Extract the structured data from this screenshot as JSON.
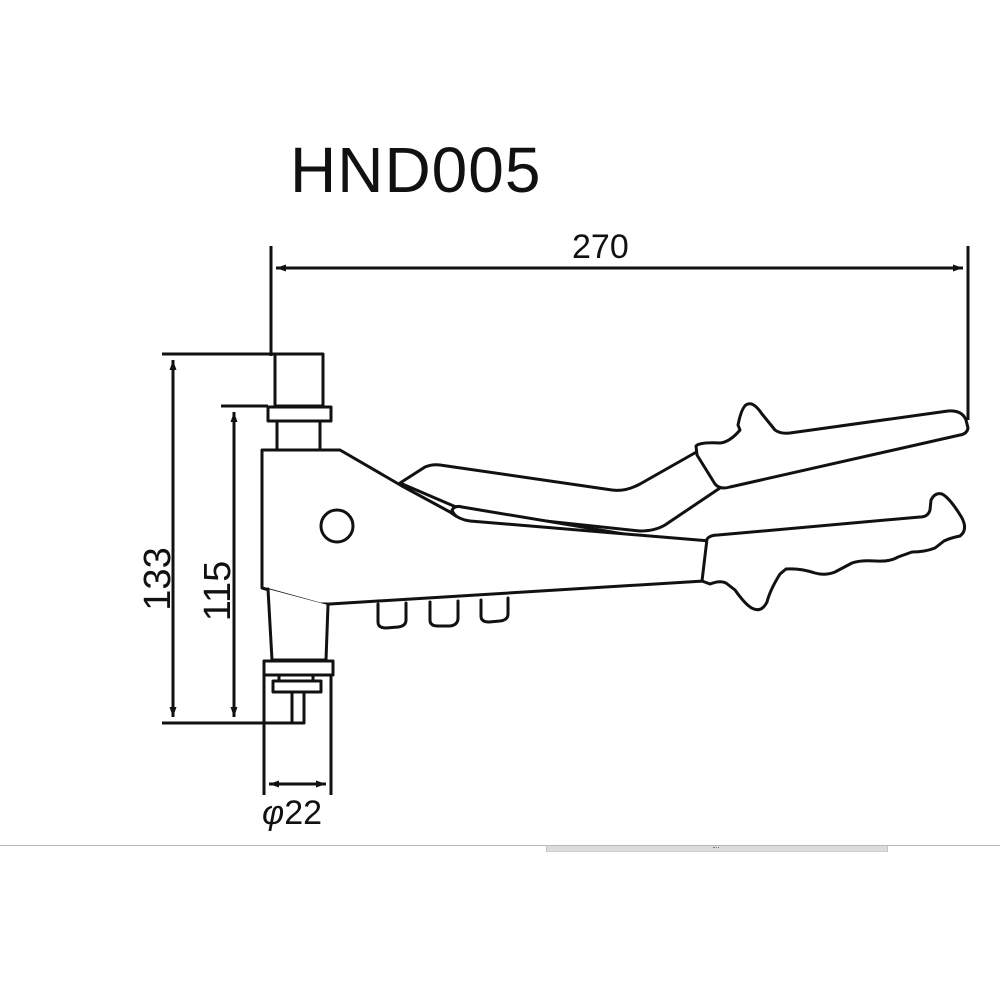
{
  "drawing": {
    "model": "HND005",
    "subject": "hand-riveter-side-view",
    "line_color": "#111111",
    "background": "#ffffff"
  },
  "dimensions": {
    "overall_length": {
      "value": "270",
      "orientation": "horizontal"
    },
    "overall_height": {
      "value": "133",
      "orientation": "vertical"
    },
    "head_height": {
      "value": "115",
      "orientation": "vertical"
    },
    "nose_diameter": {
      "symbol": "φ",
      "value": "22",
      "orientation": "horizontal"
    }
  },
  "footer": {
    "divider_color": "#b8b8b8",
    "splitter_color": "#dcdcdc"
  }
}
